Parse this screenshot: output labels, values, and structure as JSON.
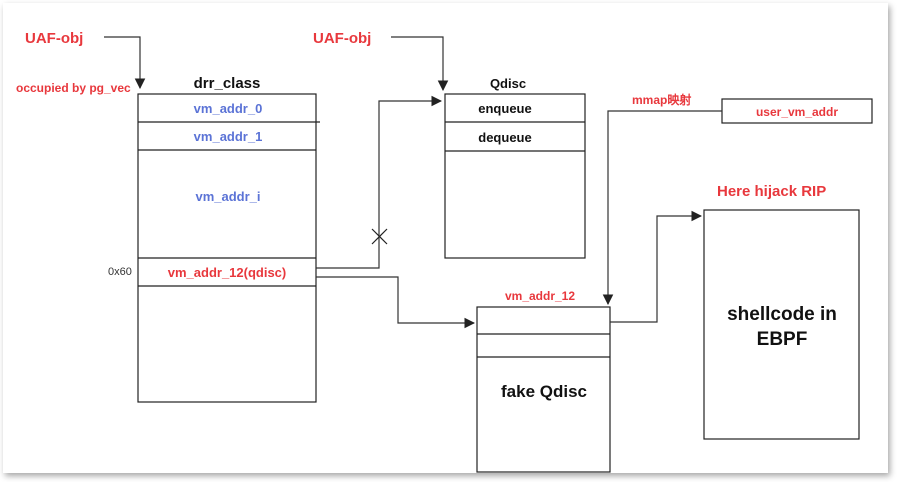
{
  "colors": {
    "label_red": "#e8383d",
    "label_blue": "#5b73d6",
    "text_black": "#111111",
    "line": "#222222"
  },
  "labels": {
    "uaf_obj_left": "UAF-obj",
    "uaf_obj_right": "UAF-obj",
    "occupied_by": "occupied by pg_vec",
    "mmap": "mmap映射",
    "hijack": "Here hijack RIP",
    "offset": "0x60"
  },
  "drr_class": {
    "title": "drr_class",
    "rows": [
      "vm_addr_0",
      "vm_addr_1",
      "vm_addr_i",
      "vm_addr_12(qdisc)"
    ]
  },
  "qdisc": {
    "title": "Qdisc",
    "rows": [
      "enqueue",
      "dequeue"
    ]
  },
  "user_vm_addr": "user_vm_addr",
  "fake_qdisc": {
    "header": "vm_addr_12",
    "label": "fake Qdisc"
  },
  "shellcode": {
    "line1": "shellcode in",
    "line2": "EBPF"
  }
}
